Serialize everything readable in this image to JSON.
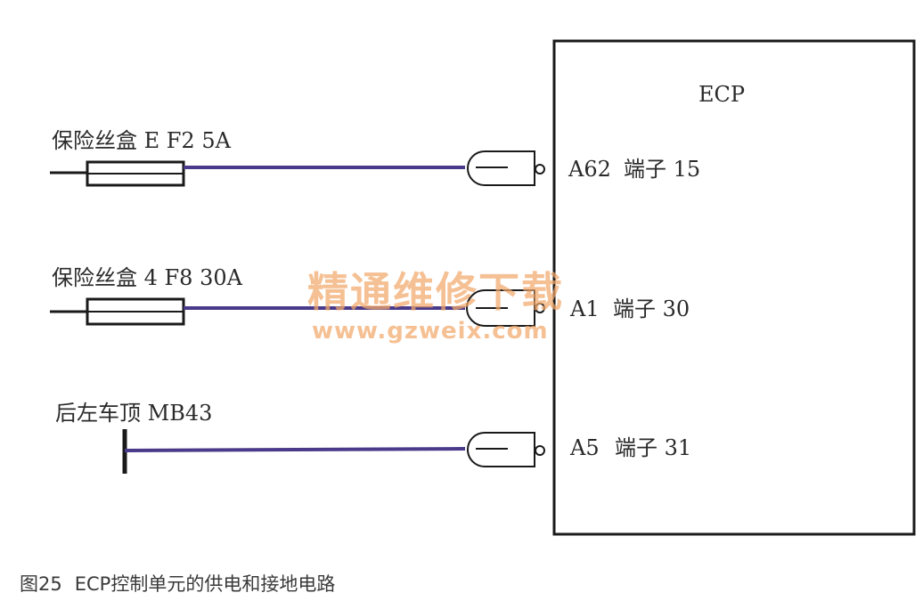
{
  "unit": {
    "name": "ECP"
  },
  "circuits": [
    {
      "source_label": "保险丝盒 E F2 5A",
      "pin": "A62",
      "terminal_label": "端子 15",
      "source_type": "fuse"
    },
    {
      "source_label": "保险丝盒 4 F8 30A",
      "pin": "A1",
      "terminal_label": "端子 30",
      "source_type": "fuse"
    },
    {
      "source_label": "后左车顶 MB43",
      "pin": "A5",
      "terminal_label": "端子 31",
      "source_type": "ground"
    }
  ],
  "watermark": {
    "line1": "精通维修下载",
    "line2": "www.gzweix.com"
  },
  "caption": {
    "figure_no": "图25",
    "text": "ECP控制单元的供电和接地电路"
  },
  "colors": {
    "wire": "#4a3a8a",
    "line": "#1a1a1a",
    "watermark": "#f2a86a"
  }
}
